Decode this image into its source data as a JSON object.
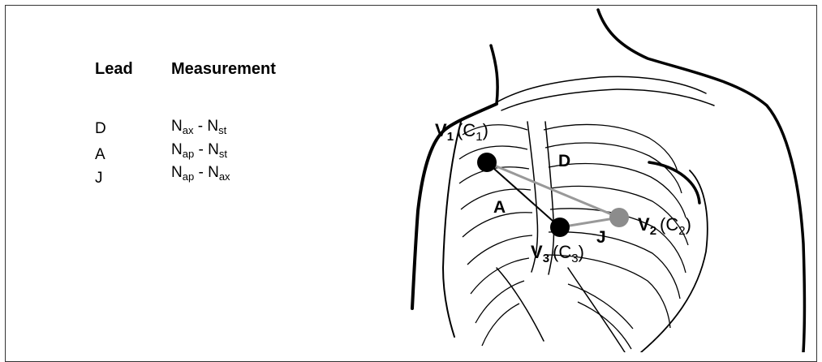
{
  "table": {
    "headers": {
      "lead": "Lead",
      "measurement": "Measurement"
    },
    "rows": [
      {
        "lead": "D",
        "a": "N",
        "a_sub": "ax",
        "sep": " - ",
        "b": "N",
        "b_sub": "st"
      },
      {
        "lead": "A",
        "a": "N",
        "a_sub": "ap",
        "sep": " - ",
        "b": "N",
        "b_sub": "st"
      },
      {
        "lead": "J",
        "a": "N",
        "a_sub": "ap",
        "sep": " - ",
        "b": "N",
        "b_sub": "ax"
      }
    ]
  },
  "diagram": {
    "electrodes": {
      "v1": {
        "v": "V",
        "num": "1",
        "c": "(C",
        "cnum": "1",
        "close": ")"
      },
      "v2": {
        "v": "V",
        "num": "2",
        "c": "(C",
        "cnum": "2",
        "close": ")"
      },
      "v3": {
        "v": "V",
        "num": "3",
        "c": "(C",
        "cnum": "3",
        "close": ")"
      }
    },
    "lead_labels": {
      "d": "D",
      "a": "A",
      "j": "J"
    },
    "colors": {
      "black_electrode": "#000000",
      "gray_electrode": "#8c8c8c",
      "lead_d": "#999999",
      "lead_a": "#000000",
      "lead_j": "#999999"
    }
  }
}
